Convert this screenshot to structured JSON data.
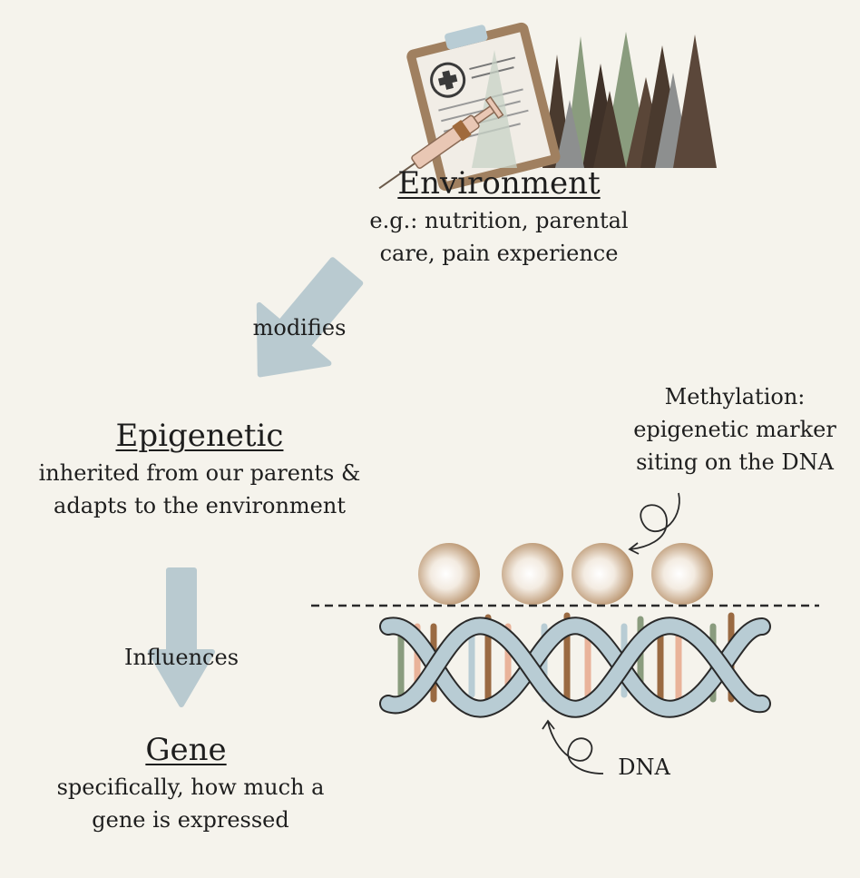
{
  "environment": {
    "title": "Environment",
    "line1": "e.g.: nutrition, parental",
    "line2": "care, pain experience"
  },
  "arrow1_label": "modifies",
  "epigenetic": {
    "title": "Epigenetic",
    "line1": "inherited from our parents &",
    "line2": "adapts to the environment"
  },
  "arrow2_label": "Influences",
  "gene": {
    "title": "Gene",
    "line1": "specifically, how much a",
    "line2": "gene is expressed"
  },
  "methylation": {
    "line1": "Methylation:",
    "line2": "epigenetic marker",
    "line3": "siting on the DNA"
  },
  "dna_label": "DNA",
  "colors": {
    "background": "#f5f3ec",
    "arrow": "#b9cad0",
    "dna_strand": "#b8ccd4",
    "methyl_bead": "#c9ab8b",
    "tree_dark": "#4a3a2e",
    "tree_green": "#8a9c7e",
    "tree_grey": "#8d8f8f",
    "clipboard": "#a08060"
  },
  "icons": [
    "clipboard-icon",
    "syringe-icon",
    "forest-icon",
    "dna-helix-icon",
    "methyl-group-icon"
  ]
}
